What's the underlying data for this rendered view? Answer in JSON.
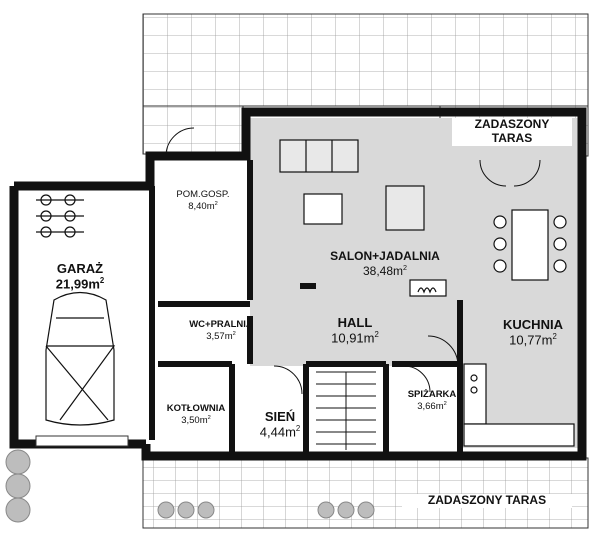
{
  "rooms": {
    "garaz": {
      "name": "GARAŻ",
      "area": "21,99",
      "unit": "m",
      "exp": "2"
    },
    "pom_gosp": {
      "name": "POM.GOSP.",
      "area": "8,40",
      "unit": "m",
      "exp": "2"
    },
    "salon": {
      "name": "SALON+JADALNIA",
      "area": "38,48",
      "unit": "m",
      "exp": "2"
    },
    "wc": {
      "name": "WC+PRALNIA",
      "area": "3,57",
      "unit": "m",
      "exp": "2"
    },
    "hall": {
      "name": "HALL",
      "area": "10,91",
      "unit": "m",
      "exp": "2"
    },
    "kuchnia": {
      "name": "KUCHNIA",
      "area": "10,77",
      "unit": "m",
      "exp": "2"
    },
    "kotlownia": {
      "name": "KOTŁOWNIA",
      "area": "3,50",
      "unit": "m",
      "exp": "2"
    },
    "sien": {
      "name": "SIEŃ",
      "area": "4,44",
      "unit": "m",
      "exp": "2"
    },
    "spizarka": {
      "name": "SPIŻARKA",
      "area": "3,66",
      "unit": "m",
      "exp": "2"
    }
  },
  "terraces": {
    "top_line1": "ZADASZONY",
    "top_line2": "TARAS",
    "bottom": "ZADASZONY TARAS"
  },
  "colors": {
    "wall": "#111111",
    "floor_shaded": "#d9d9d9",
    "floor_light": "#ffffff",
    "tile_line": "#9a9a9a"
  }
}
